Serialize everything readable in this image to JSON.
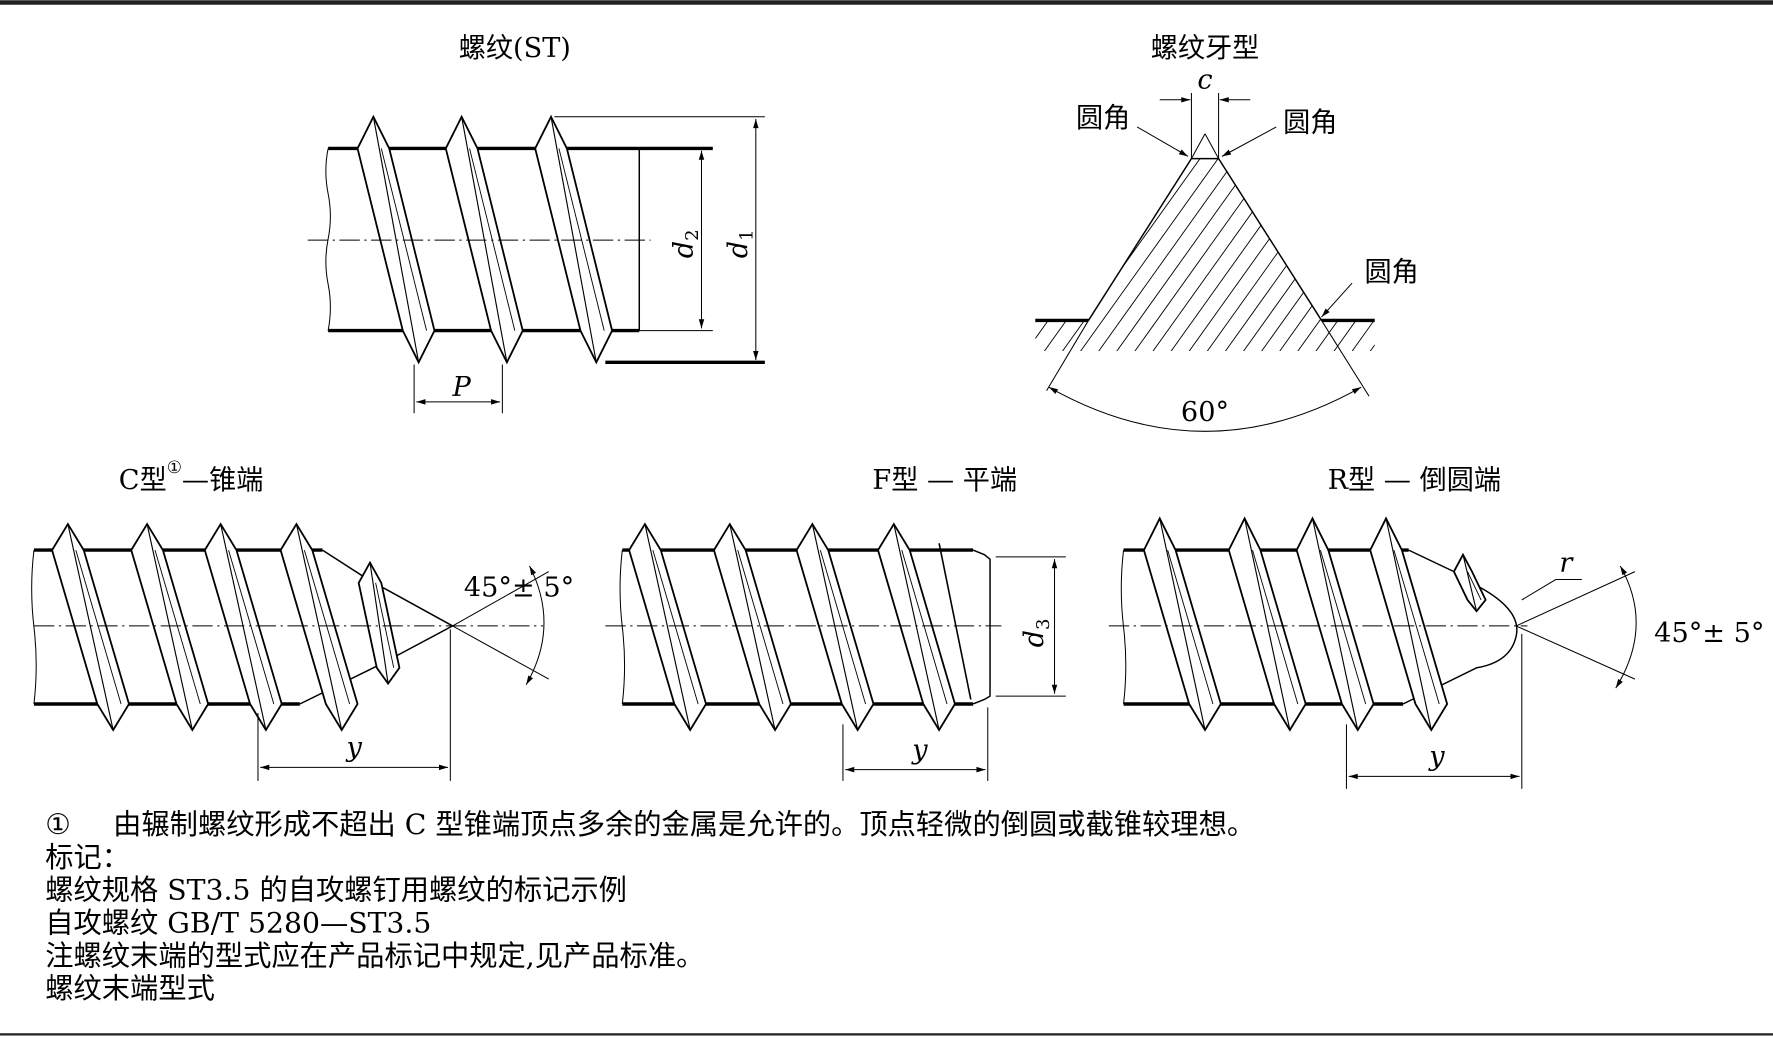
{
  "titles": {
    "thread_st": "螺纹(ST)",
    "thread_profile": "螺纹牙型",
    "c_type": "C型",
    "c_type_note": "①",
    "c_type_suffix": "—锥端",
    "f_type": "F型 — 平端",
    "r_type": "R型 — 倒圆端"
  },
  "labels": {
    "d1": {
      "base": "d",
      "sub": "1"
    },
    "d2": {
      "base": "d",
      "sub": "2"
    },
    "d3": {
      "base": "d",
      "sub": "3"
    },
    "pitch": "P",
    "crest_width": "c",
    "fillet": "圆角",
    "angle_profile": "60°",
    "angle_point": "45°± 5°",
    "length_y": "y",
    "radius": "r"
  },
  "notes": {
    "footnote_marker": "①",
    "footnote_text": "由辗制螺纹形成不超出 C 型锥端顶点多余的金属是允许的。顶点轻微的倒圆或截锥较理想。",
    "lines": [
      "标记：",
      "螺纹规格 ST3.5 的自攻螺钉用螺纹的标记示例",
      "自攻螺纹 GB/T 5280—ST3.5",
      "注螺纹末端的型式应在产品标记中规定,见产品标准。",
      "螺纹末端型式"
    ]
  }
}
